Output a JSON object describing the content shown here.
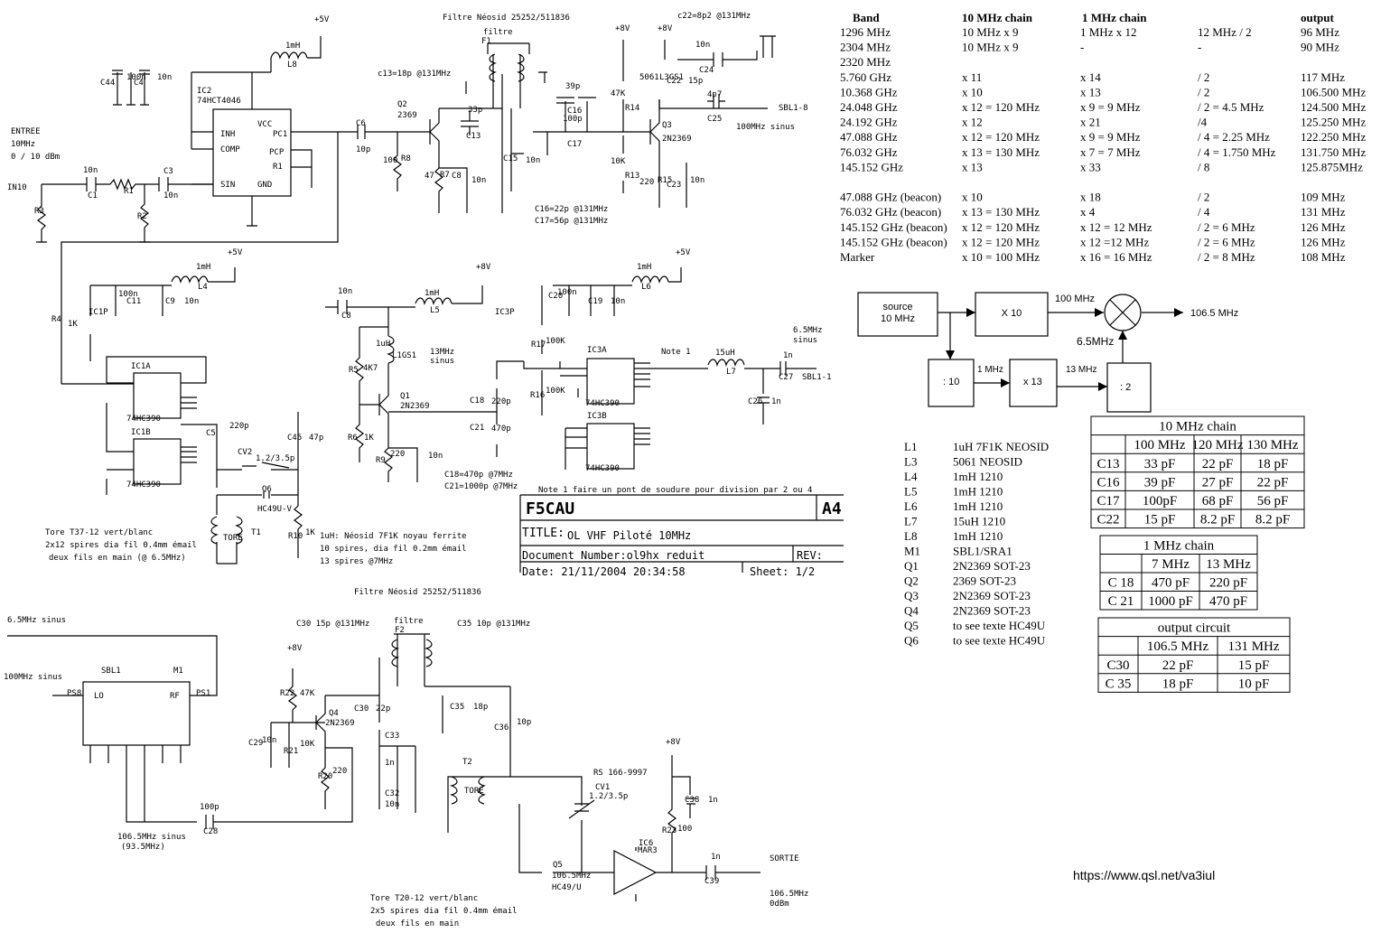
{
  "freq_table": {
    "headers": [
      "Band",
      "10 MHz chain",
      "1 MHz chain",
      "",
      "output"
    ],
    "rows": [
      [
        "1296 MHz",
        "10 MHz x 9",
        "1 MHz x 12",
        "12 MHz / 2",
        "96 MHz"
      ],
      [
        "2304 MHz",
        "10 MHz x 9",
        "-",
        "-",
        "90 MHz"
      ],
      [
        "2320 MHz",
        "",
        "",
        "",
        ""
      ],
      [
        "5.760 GHz",
        "x 11",
        "x 14",
        "/ 2",
        "117 MHz"
      ],
      [
        "10.368 GHz",
        "x 10",
        "x 13",
        "/ 2",
        "106.500 MHz"
      ],
      [
        "24.048 GHz",
        "x 12 = 120 MHz",
        "x 9 = 9 MHz",
        "/ 2 = 4.5 MHz",
        "124.500 MHz"
      ],
      [
        "24.192 GHz",
        "x 12",
        "x 21",
        "/4",
        "125.250 MHz"
      ],
      [
        "47.088 GHz",
        "x 12 = 120 MHz",
        "x 9 = 9 MHz",
        "/ 4 = 2.25 MHz",
        "122.250 MHz"
      ],
      [
        "76.032 GHz",
        "x 13 = 130 MHz",
        "x 7 = 7 MHz",
        "/ 4 = 1.750 MHz",
        "131.750 MHz"
      ],
      [
        "145.152 GHz",
        "x 13",
        "x 33",
        "/ 8",
        "125.875MHz"
      ],
      [
        "",
        "",
        "",
        "",
        ""
      ],
      [
        "47.088 GHz (beacon)",
        "x 10",
        "x 18",
        "/ 2",
        "109 MHz"
      ],
      [
        "76.032 GHz (beacon)",
        "x 13 = 130 MHz",
        "x 4",
        "/ 4",
        "131 MHz"
      ],
      [
        "145.152 GHz (beacon)",
        "x 12 = 120 MHz",
        "x 12 = 12 MHz",
        "/ 2 = 6 MHz",
        "126 MHz"
      ],
      [
        "145.152 GHz (beacon)",
        "x 12 = 120 MHz",
        "x 12 =12 MHz",
        "/ 2 = 6 MHz",
        "126 MHz"
      ],
      [
        "Marker",
        "x 10 = 100 MHz",
        "x 16 = 16 MHz",
        "/ 2 = 8 MHz",
        "108 MHz"
      ]
    ]
  },
  "block": {
    "source": [
      "source",
      "10 MHz"
    ],
    "x10": "X 10",
    "f100": "100 MHz",
    "out": "106.5 MHz",
    "f65": "6.5MHz",
    "div10": ": 10",
    "f1": "1 MHz",
    "x13": "x 13",
    "f13": "13 MHz",
    "div2": ": 2"
  },
  "parts": [
    [
      "L1",
      "1uH 7F1K NEOSID"
    ],
    [
      "L3",
      "5061 NEOSID"
    ],
    [
      "L4",
      "1mH 1210"
    ],
    [
      "L5",
      "1mH 1210"
    ],
    [
      "L6",
      "1mH 1210"
    ],
    [
      "L7",
      "15uH 1210"
    ],
    [
      "L8",
      "1mH 1210"
    ],
    [
      "M1",
      "SBL1/SRA1"
    ],
    [
      "Q1",
      "2N2369 SOT-23"
    ],
    [
      "Q2",
      "2369 SOT-23"
    ],
    [
      "Q3",
      "2N2369 SOT-23"
    ],
    [
      "Q4",
      "2N2369 SOT-23"
    ],
    [
      "Q5",
      "to see texte HC49U"
    ],
    [
      "Q6",
      "to see texte HC49U"
    ]
  ],
  "t10": {
    "title": "10 MHz chain",
    "head": [
      "",
      "100 MHz",
      "120 MHz",
      "130 MHz"
    ],
    "rows": [
      [
        "C13",
        "33 pF",
        "22 pF",
        "18 pF"
      ],
      [
        "C16",
        "39 pF",
        "27 pF",
        "22 pF"
      ],
      [
        "C17",
        "100pF",
        "68 pF",
        "56 pF"
      ],
      [
        "C22",
        "15 pF",
        "8.2 pF",
        "8.2 pF"
      ]
    ]
  },
  "t1": {
    "title": "1 MHz chain",
    "head": [
      "",
      "7 MHz",
      "13 MHz"
    ],
    "rows": [
      [
        "C 18",
        "470 pF",
        "220 pF"
      ],
      [
        "C 21",
        "1000 pF",
        "470 pF"
      ]
    ]
  },
  "tout": {
    "title": "output circuit",
    "head": [
      "",
      "106.5 MHz",
      "131 MHz"
    ],
    "rows": [
      [
        "C30",
        "22 pF",
        "15 pF"
      ],
      [
        "C 35",
        "18 pF",
        "10 pF"
      ]
    ]
  },
  "title_block": {
    "call": "F5CAU",
    "size": "A4",
    "title_label": "TITLE:",
    "title": "OL VHF  Piloté 10MHz",
    "docnum": "Document Number:ol9hx_reduit",
    "rev": "REV:",
    "date": "Date: 21/11/2004 20:34:58",
    "sheet": "Sheet: 1/2"
  },
  "notes": {
    "note1": "Note 1  faire un pont de soudure pour division par 2 ou 4",
    "tore37": [
      "Tore T37-12 vert/blanc",
      "2x12 spires dia fil 0.4mm émail",
      "deux fils en main  (@ 6.5MHz)"
    ],
    "l1note": [
      "1uH: Néosid 7F1K noyau ferrite",
      "10 spires, dia fil 0.2mm émail",
      "13 spires @7MHz"
    ],
    "tore20": [
      "Tore T20-12 vert/blanc",
      "2x5 spires dia fil 0.4mm émail",
      "deux fils en main"
    ],
    "c16c17": [
      "C16=22p @131MHz",
      "C17=56p @131MHz"
    ],
    "c18c21": [
      "C18=470p @7MHz",
      "C21=1000p @7MHz"
    ],
    "out_label": [
      "106.5MHz sinus",
      "(93.5MHz)"
    ]
  },
  "labels": [
    [
      "ENTREE",
      12,
      148
    ],
    [
      "10MHz",
      12,
      162
    ],
    [
      "0 / 10 dBm",
      12,
      176
    ],
    [
      "IN10",
      8,
      210
    ],
    [
      "Filtre Néosid 25252/511836",
      490,
      22
    ],
    [
      "filtre",
      535,
      38
    ],
    [
      "F1",
      533,
      48
    ],
    [
      "c22=8p2 @131MHz",
      750,
      20
    ],
    [
      "c13=18p @131MHz",
      418,
      84
    ],
    [
      "SBL1-8",
      862,
      122
    ],
    [
      "100MHz sinus",
      815,
      143
    ],
    [
      "IC2",
      218,
      103
    ],
    [
      "74HCT4046",
      218,
      114
    ],
    [
      "INH",
      244,
      151
    ],
    [
      "COMP",
      244,
      168
    ],
    [
      "SIN",
      244,
      207
    ],
    [
      "PC1",
      302,
      151
    ],
    [
      "PCP",
      298,
      171
    ],
    [
      "R1",
      302,
      187
    ],
    [
      "VCC",
      285,
      140
    ],
    [
      "GND",
      285,
      207
    ],
    [
      "Q2",
      440,
      118
    ],
    [
      "2369",
      440,
      130
    ],
    [
      "Q3",
      733,
      141
    ],
    [
      "2N2369",
      733,
      156
    ],
    [
      "C6",
      394,
      139
    ],
    [
      "10p",
      394,
      168
    ],
    [
      "C1",
      97,
      219
    ],
    [
      "10n",
      92,
      191
    ],
    [
      "R1",
      137,
      214
    ],
    [
      "C3",
      181,
      192
    ],
    [
      "10n",
      181,
      219
    ],
    [
      "R3",
      38,
      236
    ],
    [
      "R2",
      152,
      242
    ],
    [
      "1mH",
      316,
      53
    ],
    [
      "L8",
      318,
      74
    ],
    [
      "+5V",
      348,
      24
    ],
    [
      "+8V",
      681,
      34
    ],
    [
      "+8V",
      728,
      34
    ],
    [
      "C44",
      111,
      94
    ],
    [
      "100n",
      140,
      88
    ],
    [
      "C4",
      148,
      94
    ],
    [
      "10n",
      174,
      88
    ],
    [
      "33p",
      518,
      124
    ],
    [
      "C13",
      516,
      153
    ],
    [
      "39p",
      626,
      98
    ],
    [
      "C16",
      628,
      125
    ],
    [
      "100p",
      623,
      134
    ],
    [
      "C17",
      628,
      162
    ],
    [
      "10n",
      770,
      52
    ],
    [
      "C24",
      774,
      80
    ],
    [
      "4p7",
      783,
      107
    ],
    [
      "C25",
      783,
      134
    ],
    [
      "47K",
      676,
      106
    ],
    [
      "R14",
      692,
      122
    ],
    [
      "10K",
      676,
      181
    ],
    [
      "R13",
      692,
      197
    ],
    [
      "5061",
      708,
      88
    ],
    [
      "L3GS1",
      730,
      88
    ],
    [
      "15p",
      762,
      92
    ],
    [
      "C22",
      738,
      92
    ],
    [
      "100",
      424,
      180
    ],
    [
      "R8",
      444,
      178
    ],
    [
      "47",
      470,
      197
    ],
    [
      "R7",
      487,
      196
    ],
    [
      "10n",
      522,
      202
    ],
    [
      "C8",
      500,
      197
    ],
    [
      "C15",
      557,
      178
    ],
    [
      "10n",
      582,
      180
    ],
    [
      "220",
      708,
      204
    ],
    [
      "R15",
      728,
      202
    ],
    [
      "C23",
      738,
      207
    ],
    [
      "10n",
      764,
      202
    ],
    [
      "IC1A",
      145,
      408
    ],
    [
      "74HC390",
      140,
      466
    ],
    [
      "IC1B",
      145,
      481
    ],
    [
      "74HC390",
      140,
      539
    ],
    [
      "1mH",
      217,
      298
    ],
    [
      "L4",
      219,
      320
    ],
    [
      "+5V",
      252,
      282
    ],
    [
      "IC1P",
      98,
      348
    ],
    [
      "C11",
      140,
      336
    ],
    [
      "100n",
      131,
      328
    ],
    [
      "C9",
      183,
      336
    ],
    [
      "10n",
      204,
      336
    ],
    [
      "R4",
      57,
      356
    ],
    [
      "1K",
      75,
      361
    ],
    [
      "1mH",
      470,
      327
    ],
    [
      "L5",
      476,
      346
    ],
    [
      "+8V",
      527,
      298
    ],
    [
      "10n",
      374,
      325
    ],
    [
      "C8",
      378,
      352
    ],
    [
      "1uH",
      416,
      383
    ],
    [
      "L1GS1",
      434,
      396
    ],
    [
      "13MHz",
      476,
      392
    ],
    [
      "sinus",
      476,
      402
    ],
    [
      "R5",
      386,
      412
    ],
    [
      "4K7",
      402,
      410
    ],
    [
      "Q1",
      443,
      441
    ],
    [
      "2N2369",
      443,
      452
    ],
    [
      "R6",
      385,
      487
    ],
    [
      "1K",
      403,
      487
    ],
    [
      "R9",
      416,
      512
    ],
    [
      "220",
      432,
      505
    ],
    [
      "10n",
      474,
      507
    ],
    [
      "C45",
      318,
      487
    ],
    [
      "47p",
      342,
      487
    ],
    [
      "CV2",
      263,
      503
    ],
    [
      "1.2/3.5p",
      283,
      510
    ],
    [
      "Q6",
      290,
      544
    ],
    [
      "HC49U-V",
      285,
      566
    ],
    [
      "C5",
      228,
      482
    ],
    [
      "220p",
      254,
      474
    ],
    [
      "TORE",
      247,
      598
    ],
    [
      "T1",
      278,
      592
    ],
    [
      "R10",
      319,
      596
    ],
    [
      "1K",
      338,
      592
    ],
    [
      "C18",
      520,
      446
    ],
    [
      "220p",
      544,
      447
    ],
    [
      "C21",
      520,
      476
    ],
    [
      "470p",
      544,
      477
    ],
    [
      "1mH",
      705,
      298
    ],
    [
      "L6",
      710,
      320
    ],
    [
      "+5V",
      748,
      282
    ],
    [
      "IC3P",
      548,
      348
    ],
    [
      "C20",
      607,
      330
    ],
    [
      "100n",
      617,
      326
    ],
    [
      "C19",
      651,
      336
    ],
    [
      "10n",
      676,
      336
    ],
    [
      "R17",
      588,
      384
    ],
    [
      "100K",
      604,
      380
    ],
    [
      "R16",
      587,
      440
    ],
    [
      "100K",
      604,
      435
    ],
    [
      "IC3A",
      650,
      390
    ],
    [
      "74HC390",
      648,
      449
    ],
    [
      "IC3B",
      650,
      463
    ],
    [
      "74HC390",
      648,
      521
    ],
    [
      "Note 1",
      732,
      392
    ],
    [
      "15uH",
      792,
      393
    ],
    [
      "L7",
      804,
      414
    ],
    [
      "6.5MHz",
      878,
      368
    ],
    [
      "sinus",
      878,
      379
    ],
    [
      "1n",
      867,
      396
    ],
    [
      "C27",
      862,
      420
    ],
    [
      "SBL1-1",
      888,
      420
    ],
    [
      "C26",
      828,
      447
    ],
    [
      "1n",
      854,
      447
    ],
    [
      "Filtre Néosid 25252/511836",
      392,
      658
    ],
    [
      "6.5MHz sinus",
      8,
      689
    ],
    [
      "100MHz sinus",
      4,
      752
    ],
    [
      "SBL1",
      112,
      745
    ],
    [
      "M1",
      192,
      745
    ],
    [
      "LO",
      104,
      773
    ],
    [
      "RF",
      188,
      773
    ],
    [
      "PS8",
      74,
      770
    ],
    [
      "PS1",
      217,
      770
    ],
    [
      "100p",
      221,
      896
    ],
    [
      "C28",
      225,
      923
    ],
    [
      "C30 15p @131MHz",
      328,
      693
    ],
    [
      "C35 10p @131MHz",
      506,
      693
    ],
    [
      "filtre",
      436,
      690
    ],
    [
      "F2",
      437,
      700
    ],
    [
      "+8V",
      318,
      720
    ],
    [
      "R22",
      310,
      770
    ],
    [
      "47K",
      332,
      770
    ],
    [
      "Q4",
      364,
      792
    ],
    [
      "2N2369",
      360,
      803
    ],
    [
      "C29",
      275,
      825
    ],
    [
      "10n",
      290,
      822
    ],
    [
      "R21",
      314,
      834
    ],
    [
      "10K",
      332,
      826
    ],
    [
      "R20",
      352,
      862
    ],
    [
      "220",
      368,
      856
    ],
    [
      "C30",
      392,
      787
    ],
    [
      "22p",
      416,
      787
    ],
    [
      "C33",
      426,
      817
    ],
    [
      "1n",
      426,
      847
    ],
    [
      "C32",
      426,
      881
    ],
    [
      "10n",
      426,
      893
    ],
    [
      "C35",
      498,
      785
    ],
    [
      "18p",
      524,
      785
    ],
    [
      "C36",
      547,
      808
    ],
    [
      "10p",
      572,
      802
    ],
    [
      "T2",
      512,
      846
    ],
    [
      "TORE",
      514,
      878
    ],
    [
      "RS 166-9997",
      657,
      858
    ],
    [
      "CV1",
      659,
      874
    ],
    [
      "1.2/3.5p",
      652,
      884
    ],
    [
      "+8V",
      737,
      824
    ],
    [
      "C38",
      758,
      888
    ],
    [
      "1n",
      784,
      888
    ],
    [
      "R23",
      733,
      922
    ],
    [
      "100",
      750,
      920
    ],
    [
      "IC6",
      707,
      936
    ],
    [
      "MAR3",
      706,
      944
    ],
    [
      "Q5",
      612,
      960
    ],
    [
      "106.5MHz",
      611,
      972
    ],
    [
      "HC49/U",
      611,
      985
    ],
    [
      "1n",
      787,
      951
    ],
    [
      "C39",
      780,
      978
    ],
    [
      "SORTIE",
      852,
      953
    ],
    [
      "106.5MHz",
      852,
      992
    ],
    [
      "0dBm",
      852,
      1003
    ]
  ],
  "url": "https://www.qsl.net/va3iul"
}
